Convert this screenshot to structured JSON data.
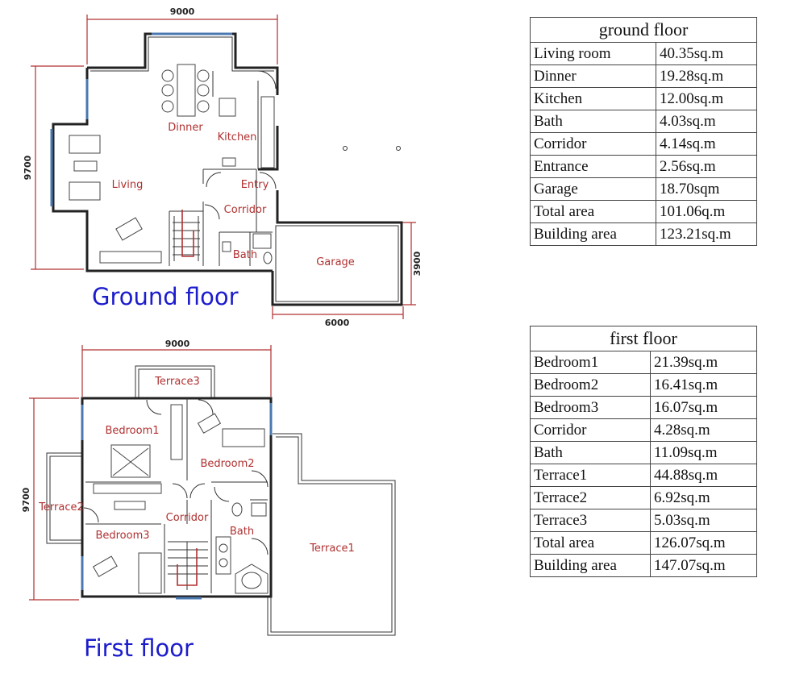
{
  "dimensions": {
    "ground_width": "9000",
    "ground_height": "9700",
    "garage_width": "6000",
    "garage_height": "3900",
    "first_width": "9000",
    "first_height": "9700"
  },
  "floor_titles": {
    "ground": "Ground floor",
    "first": "First floor"
  },
  "ground_rooms": {
    "dinner": "Dinner",
    "kitchen": "Kitchen",
    "living": "Living",
    "entry": "Entry",
    "corridor": "Corridor",
    "bath": "Bath",
    "garage": "Garage"
  },
  "first_rooms": {
    "terrace3": "Terrace3",
    "bedroom1": "Bedroom1",
    "bedroom2": "Bedroom2",
    "terrace2": "Terrace2",
    "corridor": "Corridor",
    "bedroom3": "Bedroom3",
    "bath": "Bath",
    "terrace1": "Terrace1"
  },
  "ground_table": {
    "title": "ground floor",
    "rows": [
      {
        "room": "Living room",
        "area": "40.35sq.m"
      },
      {
        "room": "Dinner",
        "area": "19.28sq.m"
      },
      {
        "room": "Kitchen",
        "area": "12.00sq.m"
      },
      {
        "room": "Bath",
        "area": "4.03sq.m"
      },
      {
        "room": "Corridor",
        "area": "4.14sq.m"
      },
      {
        "room": "Entrance",
        "area": "2.56sq.m"
      },
      {
        "room": "Garage",
        "area": "18.70sqm"
      },
      {
        "room": "Total area",
        "area": "101.06q.m"
      },
      {
        "room": "Building area",
        "area": "123.21sq.m"
      }
    ]
  },
  "first_table": {
    "title": "first floor",
    "rows": [
      {
        "room": "Bedroom1",
        "area": "21.39sq.m"
      },
      {
        "room": "Bedroom2",
        "area": "16.41sq.m"
      },
      {
        "room": "Bedroom3",
        "area": "16.07sq.m"
      },
      {
        "room": "Corridor",
        "area": "4.28sq.m"
      },
      {
        "room": "Bath",
        "area": "11.09sq.m"
      },
      {
        "room": "Terrace1",
        "area": "44.88sq.m"
      },
      {
        "room": "Terrace2",
        "area": "6.92sq.m"
      },
      {
        "room": "Terrace3",
        "area": "5.03sq.m"
      },
      {
        "room": "Total area",
        "area": "126.07sq.m"
      },
      {
        "room": "Building area",
        "area": "147.07sq.m"
      }
    ]
  }
}
